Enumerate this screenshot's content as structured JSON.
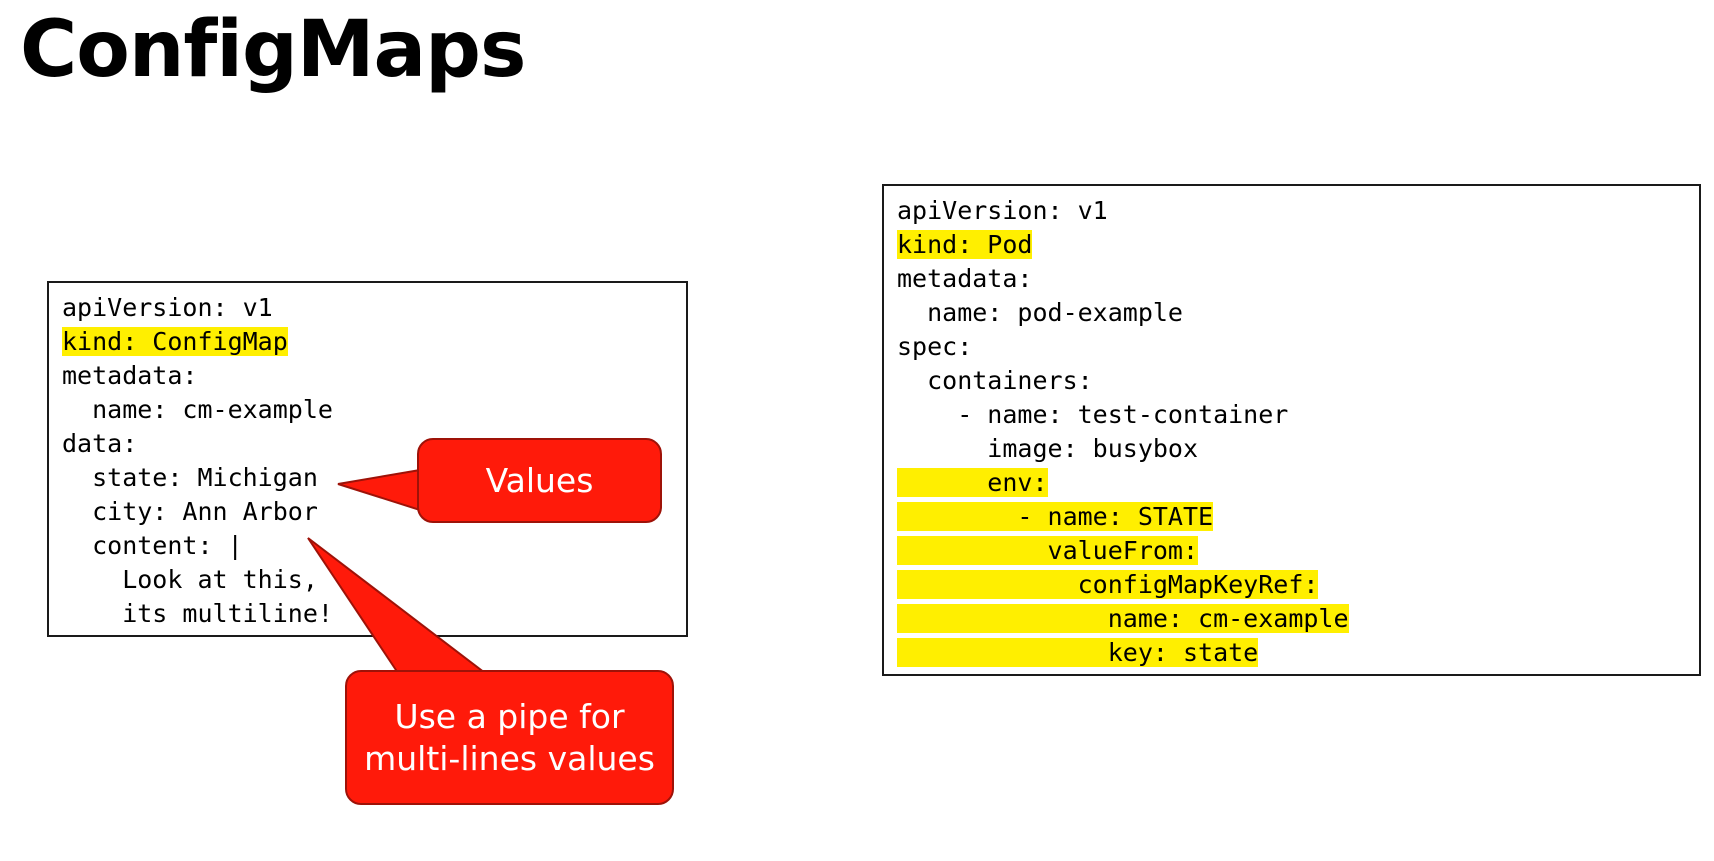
{
  "slide": {
    "title": "ConfigMaps"
  },
  "configmap_yaml": {
    "lines": [
      {
        "text": "apiVersion: v1",
        "highlighted": false
      },
      {
        "text": "kind: ConfigMap",
        "highlighted": true
      },
      {
        "text": "metadata:",
        "highlighted": false
      },
      {
        "text": "  name: cm-example",
        "highlighted": false
      },
      {
        "text": "data:",
        "highlighted": false
      },
      {
        "text": "  state: Michigan",
        "highlighted": false
      },
      {
        "text": "  city: Ann Arbor",
        "highlighted": false
      },
      {
        "text": "  content: |",
        "highlighted": false
      },
      {
        "text": "    Look at this,",
        "highlighted": false
      },
      {
        "text": "    its multiline!",
        "highlighted": false
      }
    ]
  },
  "pod_yaml": {
    "lines": [
      {
        "text": "apiVersion: v1",
        "highlighted": false
      },
      {
        "text": "kind: Pod",
        "highlighted": true
      },
      {
        "text": "metadata:",
        "highlighted": false
      },
      {
        "text": "  name: pod-example",
        "highlighted": false
      },
      {
        "text": "spec:",
        "highlighted": false
      },
      {
        "text": "  containers:",
        "highlighted": false
      },
      {
        "text": "    - name: test-container",
        "highlighted": false
      },
      {
        "text": "      image: busybox",
        "highlighted": false
      },
      {
        "text": "      env:",
        "highlighted": true
      },
      {
        "text": "        - name: STATE",
        "highlighted": true
      },
      {
        "text": "          valueFrom:",
        "highlighted": true
      },
      {
        "text": "            configMapKeyRef:",
        "highlighted": true
      },
      {
        "text": "              name: cm-example",
        "highlighted": true
      },
      {
        "text": "              key: state",
        "highlighted": true
      }
    ]
  },
  "callouts": {
    "values_label": "Values",
    "pipe_line1": "Use a pipe for",
    "pipe_line2": "multi-lines values"
  },
  "colors": {
    "highlight": "#ffef00",
    "callout_fill": "#ff1a0a",
    "callout_border": "#9e1208"
  }
}
